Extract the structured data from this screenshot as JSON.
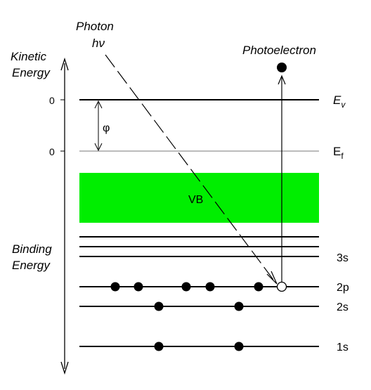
{
  "photon": {
    "title": "Photon",
    "symbol": "hν"
  },
  "photoelectron_label": "Photoelectron",
  "kinetic_energy_label": {
    "line1": "Kinetic",
    "line2": "Energy"
  },
  "binding_energy_label": {
    "line1": "Binding",
    "line2": "Energy"
  },
  "zero_labels": [
    "0",
    "0"
  ],
  "levels": {
    "ev": {
      "label": "E",
      "sub": "v"
    },
    "ef": {
      "label": "E",
      "sub": "f"
    },
    "s3": "3s",
    "p2": "2p",
    "s2": "2s",
    "s1": "1s"
  },
  "work_function_symbol": "φ",
  "valence_band_label": "VB",
  "colors": {
    "valence_band": "#00ee00",
    "lines": "#000000"
  },
  "electron_counts": {
    "2p_filled": 5,
    "2p_vacancy": 1,
    "2s": 2,
    "1s": 2
  }
}
